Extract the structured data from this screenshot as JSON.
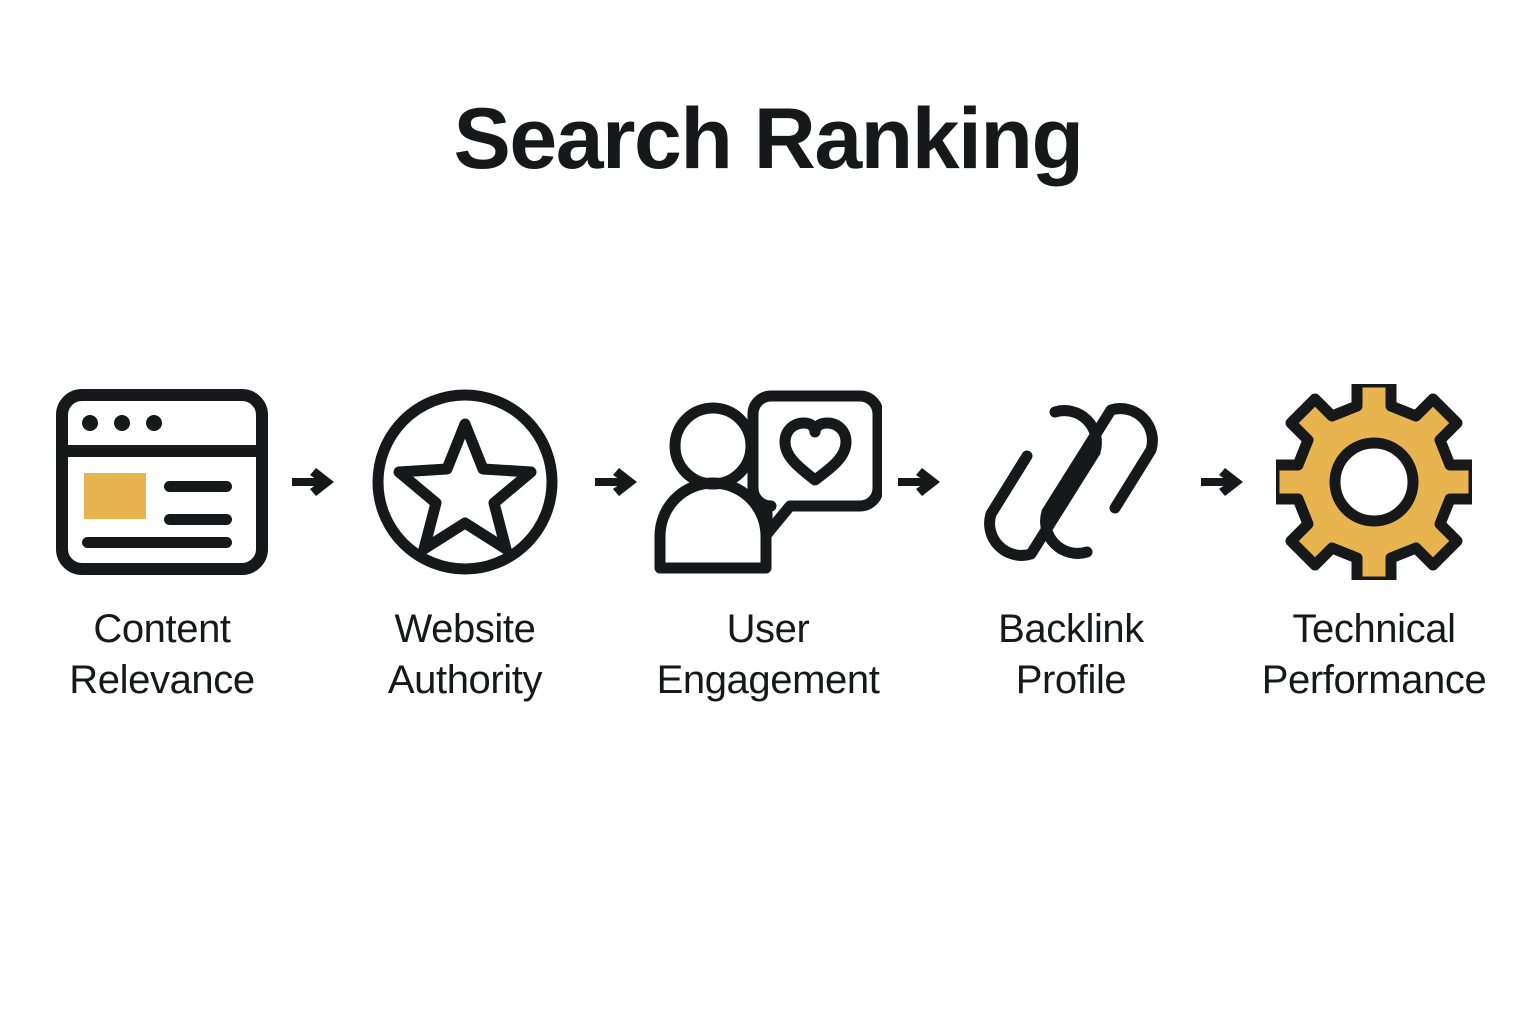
{
  "title": "Search Ranking",
  "colors": {
    "accent": "#E8B44F",
    "ink": "#17181a",
    "background": "#ffffff"
  },
  "flow": {
    "arrow_glyph": "→",
    "steps": [
      {
        "id": "content-relevance",
        "icon": "browser-window-icon",
        "label": "Content\nRelevance",
        "label_line1": "Content",
        "label_line2": "Relevance"
      },
      {
        "id": "website-authority",
        "icon": "star-in-circle-icon",
        "label": "Website\nAuthority",
        "label_line1": "Website",
        "label_line2": "Authority"
      },
      {
        "id": "user-engagement",
        "icon": "user-with-heart-speech-bubble-icon",
        "label": "User\nEngagement",
        "label_line1": "User",
        "label_line2": "Engagement"
      },
      {
        "id": "backlink-profile",
        "icon": "chain-link-icon",
        "label": "Backlink\nProfile",
        "label_line1": "Backlink",
        "label_line2": "Profile"
      },
      {
        "id": "technical-performance",
        "icon": "gear-icon",
        "label": "Technical\nPerformance",
        "label_line1": "Technical",
        "label_line2": "Performance"
      }
    ]
  }
}
